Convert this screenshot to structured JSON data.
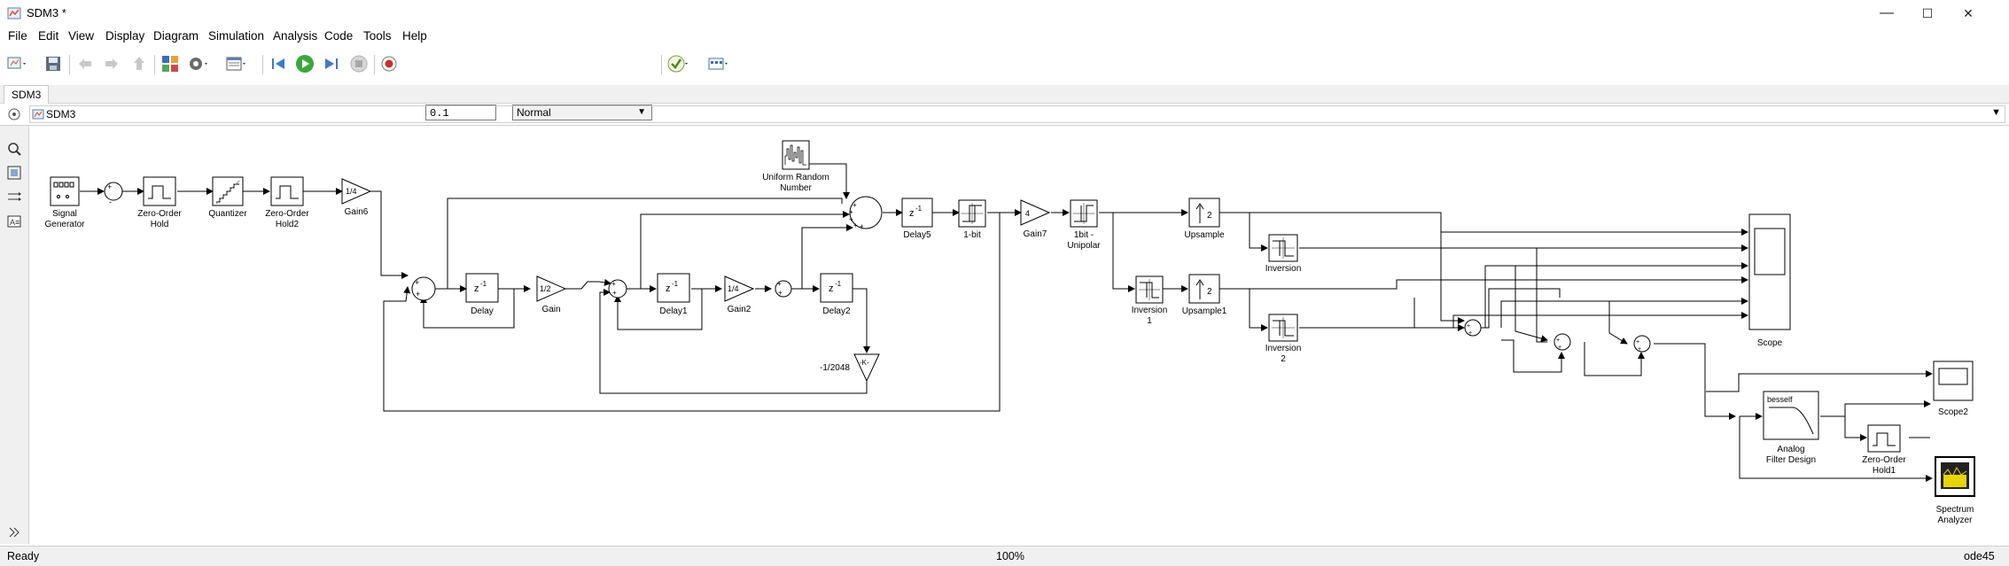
{
  "window": {
    "title": "SDM3 *",
    "min": "—",
    "max": "☐",
    "close": "✕"
  },
  "menu": [
    "File",
    "Edit",
    "View",
    "Display",
    "Diagram",
    "Simulation",
    "Analysis",
    "Code",
    "Tools",
    "Help"
  ],
  "toolbar": {
    "stop_time": "0.1",
    "sim_mode": "Normal"
  },
  "tab": "SDM3",
  "breadcrumb": "SDM3",
  "blocks": {
    "signal_gen": [
      "Signal",
      "Generator"
    ],
    "zoh": [
      "Zero-Order",
      "Hold"
    ],
    "quantizer": "Quantizer",
    "zoh2": [
      "Zero-Order",
      "Hold2"
    ],
    "gain6": "Gain6",
    "gain6_val": "1/4",
    "uniform": [
      "Uniform Random",
      "Number"
    ],
    "delay": "Delay",
    "gain": "Gain",
    "gain_val": "1/2",
    "delay1": "Delay1",
    "gain2": "Gain2",
    "gain2_val": "1/4",
    "delay2": "Delay2",
    "neg_gain": "-1/2048",
    "neg_gain_val": "-K-",
    "delay5": "Delay5",
    "onebit": "1-bit",
    "gain7": "Gain7",
    "gain7_val": "4",
    "unipolar": [
      "1bit -",
      "Unipolar"
    ],
    "upsample": "Upsample",
    "upsample1": "Upsample1",
    "up_factor": "2",
    "inversion": "Inversion",
    "inversion1": [
      "Inversion",
      "1"
    ],
    "inversion2": [
      "Inversion",
      "2"
    ],
    "scope": "Scope",
    "scope2": "Scope2",
    "filter": [
      "Analog",
      "Filter Design"
    ],
    "filter_label": "besself",
    "zoh1": [
      "Zero-Order",
      "Hold1"
    ],
    "spectrum": [
      "Spectrum",
      "Analyzer"
    ],
    "zinv": "z",
    "zinv_exp": "-1"
  },
  "status": {
    "left": "Ready",
    "zoom": "100%",
    "solver": "ode45"
  }
}
